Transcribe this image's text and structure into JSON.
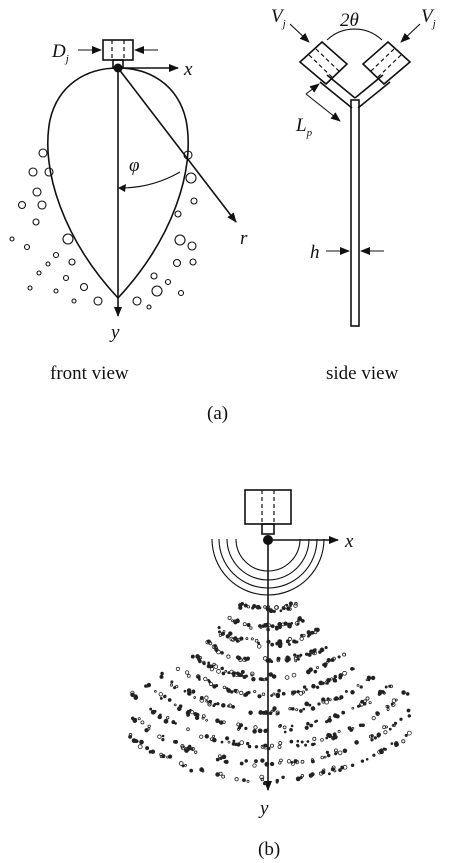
{
  "figure": {
    "a": {
      "front_label": "front view",
      "side_label": "side view",
      "caption": "(a)",
      "symbols": {
        "jet_diameter": "D",
        "jet_diameter_sub": "j",
        "x_axis": "x",
        "y_axis": "y",
        "radius": "r",
        "polar_angle": "φ",
        "jet_velocity": "V",
        "jet_velocity_sub": "j",
        "impingement_angle": "2θ",
        "pre_impingement_length": "L",
        "pre_impingement_length_sub": "p",
        "sheet_thickness": "h"
      }
    },
    "b": {
      "caption": "(b)",
      "symbols": {
        "x_axis": "x",
        "y_axis": "y"
      }
    }
  }
}
